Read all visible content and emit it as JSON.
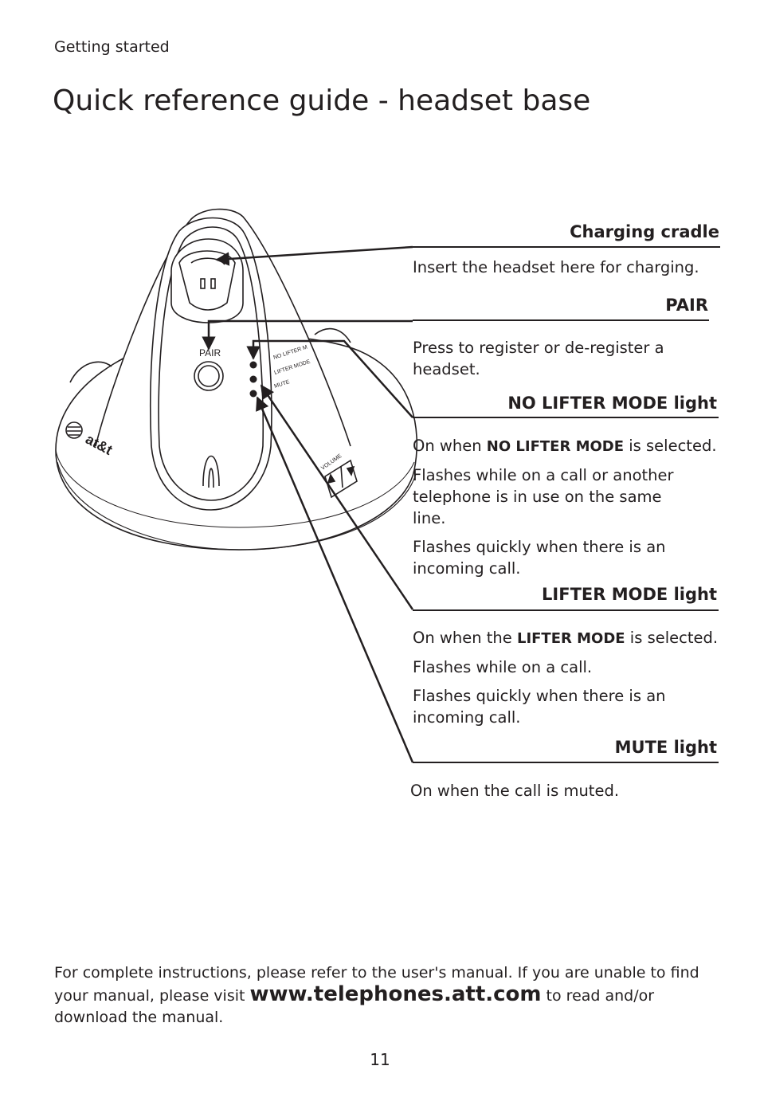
{
  "header": {
    "section": "Getting started",
    "title": "Quick reference guide - headset base"
  },
  "device": {
    "brand": "at&t",
    "pair_label": "PAIR",
    "led_labels": [
      "NO LIFTER M",
      "LIFTER MODE",
      "MUTE"
    ],
    "volume_label": "VOLUME"
  },
  "callouts": {
    "charging_cradle": {
      "heading": "Charging cradle",
      "text": "Insert the headset here for charging."
    },
    "pair": {
      "heading": "PAIR",
      "text": "Press to register or de-register a headset."
    },
    "no_lifter_mode": {
      "heading": "NO LIFTER MODE light",
      "line1_pre": "On when ",
      "line1_bold": "NO LIFTER MODE",
      "line1_post": " is selected.",
      "line2": "Flashes while on a call or another telephone is in use on the same line.",
      "line3": "Flashes quickly when there is an incoming call."
    },
    "lifter_mode": {
      "heading": "LIFTER MODE light",
      "line1_pre": "On when the ",
      "line1_bold": "LIFTER MODE",
      "line1_post": " is selected.",
      "line2": "Flashes while on a call.",
      "line3": "Flashes quickly when there is an incoming call."
    },
    "mute": {
      "heading": "MUTE light",
      "text": "On when the call is muted."
    }
  },
  "footer": {
    "text_pre": "For complete instructions, please refer to the user's manual. If you are unable to find your manual, please visit ",
    "url": "www.telephones.att.com",
    "text_post": " to read and/or download the manual."
  },
  "page_number": "11"
}
